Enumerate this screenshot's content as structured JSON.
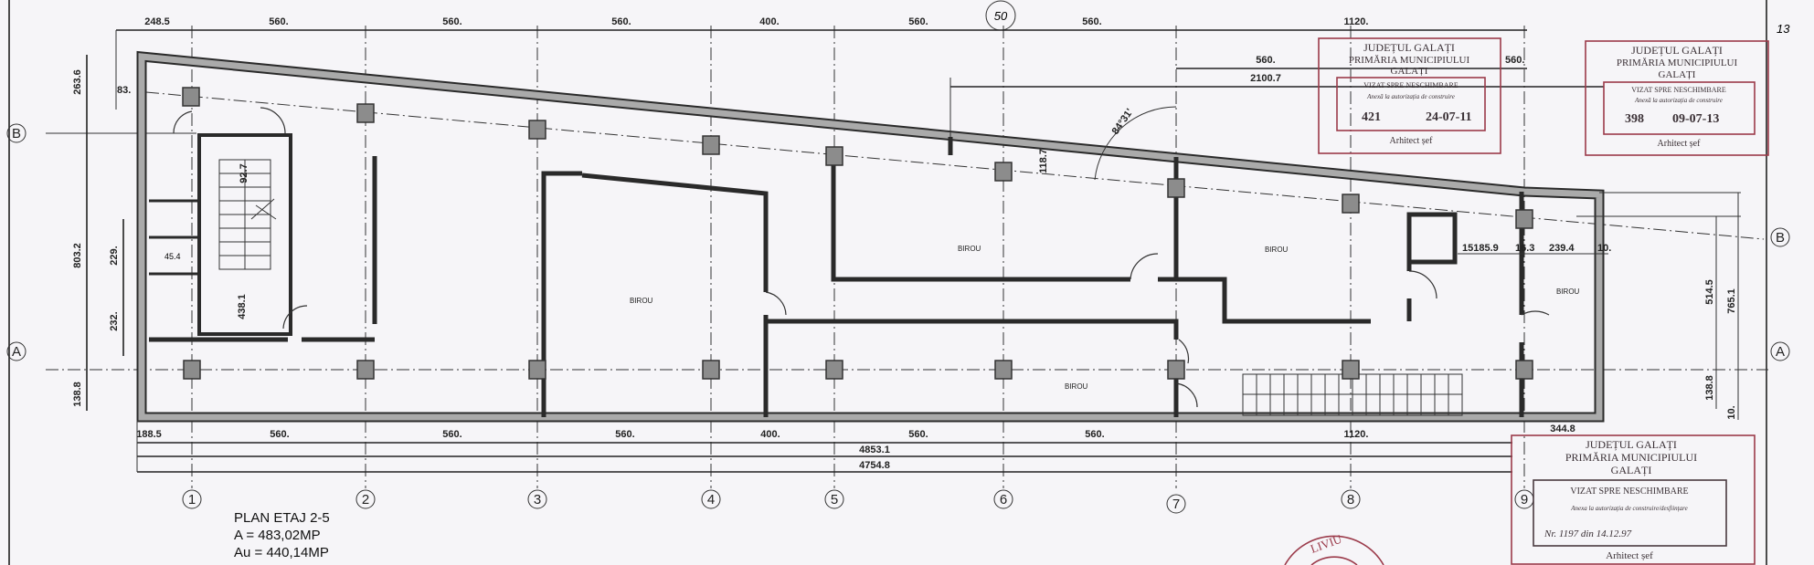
{
  "title": {
    "name": "PLAN ETAJ 2-5",
    "area": "A =  483,02MP",
    "usable_area": "Au = 440,14MP"
  },
  "sheet_marks": {
    "circled_number": "50",
    "corner_mark": "13"
  },
  "axes": {
    "vertical": [
      "1",
      "2",
      "3",
      "4",
      "5",
      "6",
      "7",
      "8",
      "9"
    ],
    "horizontal": [
      "A",
      "B"
    ]
  },
  "dimensions": {
    "top": [
      "248.5",
      "560.",
      "560.",
      "560.",
      "400.",
      "560.",
      "560.",
      "1120."
    ],
    "top_secondary": [
      "560.",
      "560.",
      "2100.7"
    ],
    "bottom": [
      "188.5",
      "560.",
      "560.",
      "560.",
      "400.",
      "560.",
      "560.",
      "1120.",
      "344.8"
    ],
    "bottom_totals": [
      "4853.1",
      "4754.8"
    ],
    "left": [
      "263.6",
      "803.2",
      "138.8",
      "229.",
      "232.",
      "83.",
      "45.4",
      "92.7",
      "438.1"
    ],
    "right": [
      "15185.9",
      "16.3",
      "239.4",
      "10.",
      "514.5",
      "765.1",
      "138.8",
      "10."
    ],
    "angle": "84°31'",
    "wall_offset": "118.7"
  },
  "rooms": [
    "BIROU",
    "BIROU",
    "BIROU",
    "BIROU",
    "BIROU"
  ],
  "stamps": [
    {
      "county": "JUDEȚUL GALAȚI",
      "office": "PRIMĂRIA MUNICIPIULUI",
      "city": "GALAȚI",
      "status": "VIZAT SPRE NESCHIMBARE",
      "annex": "Anexă la autorizația de construire",
      "number": "421",
      "date": "24-07-11",
      "signer": "Arhitect șef"
    },
    {
      "county": "JUDEȚUL GALAȚI",
      "office": "PRIMĂRIA MUNICIPIULUI",
      "city": "GALAȚI",
      "status": "VIZAT SPRE NESCHIMBARE",
      "annex": "Anexă la autorizația de construire",
      "number": "398",
      "date": "09-07-13",
      "signer": "Arhitect șef"
    },
    {
      "county": "JUDEȚUL GALAȚI",
      "office": "PRIMĂRIA MUNICIPIULUI",
      "city": "GALAȚI",
      "status": "VIZAT SPRE NESCHIMBARE",
      "annex": "Anexa la autorizația de construire/desființare",
      "number": "Nr. 1197 din 14.12.97",
      "signer": "Arhitect șef"
    }
  ],
  "round_stamp": "LIVIU",
  "colors": {
    "stamp_red": "#9b3a4a",
    "ink": "#222222",
    "paper": "#f6f5f8"
  }
}
